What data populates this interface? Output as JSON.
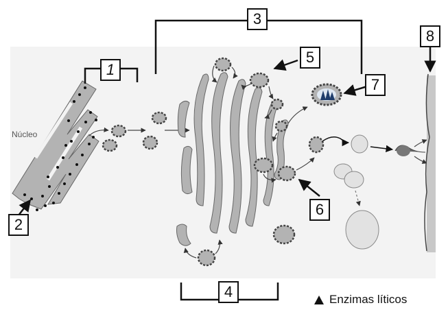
{
  "nucleus_label": "Núcleo",
  "labels": {
    "n1": "1",
    "n2": "2",
    "n3": "3",
    "n4": "4",
    "n5": "5",
    "n6": "6",
    "n7": "7",
    "n8": "8"
  },
  "legend": {
    "text": "Enzimas líticos",
    "symbol": "triangle"
  },
  "colors": {
    "organelle_fill": "#b3b3b3",
    "outline": "#333333",
    "background_panel": "#f3f3f3",
    "enzyme": "#1f3d6b"
  }
}
